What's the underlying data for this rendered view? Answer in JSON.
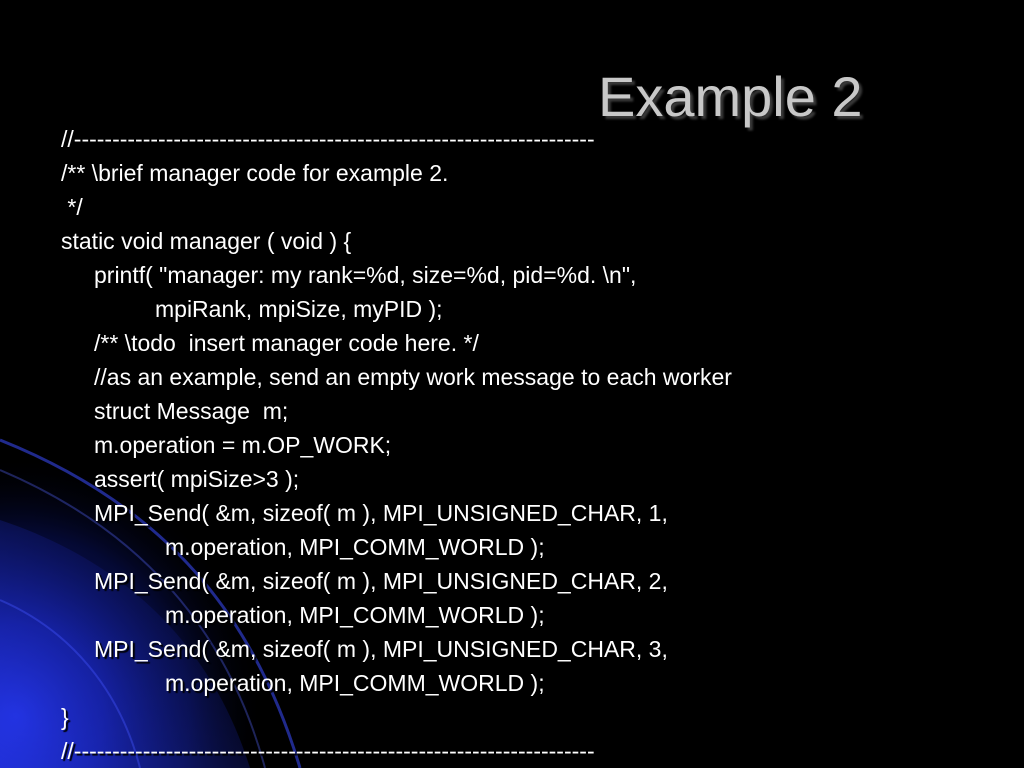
{
  "slide": {
    "title": "Example 2",
    "lines": [
      {
        "text": "//--------------------------------------------------------------------",
        "indent": 0
      },
      {
        "text": "/** \\brief manager code for example 2.",
        "indent": 0
      },
      {
        "text": " */",
        "indent": 0
      },
      {
        "text": "static void manager ( void ) {",
        "indent": 0
      },
      {
        "text": "printf( \"manager: my rank=%d, size=%d, pid=%d. \\n\",",
        "indent": 1
      },
      {
        "text": "mpiRank, mpiSize, myPID );",
        "indent": 2
      },
      {
        "text": "/** \\todo  insert manager code here. */",
        "indent": 1
      },
      {
        "text": "//as an example, send an empty work message to each worker",
        "indent": 1
      },
      {
        "text": "struct Message  m;",
        "indent": 1
      },
      {
        "text": "m.operation = m.OP_WORK;",
        "indent": 1
      },
      {
        "text": "assert( mpiSize>3 );",
        "indent": 1
      },
      {
        "text": "MPI_Send( &m, sizeof( m ), MPI_UNSIGNED_CHAR, 1,",
        "indent": 1
      },
      {
        "text": "m.operation, MPI_COMM_WORLD );",
        "indent": 3
      },
      {
        "text": "MPI_Send( &m, sizeof( m ), MPI_UNSIGNED_CHAR, 2,",
        "indent": 1
      },
      {
        "text": "m.operation, MPI_COMM_WORLD );",
        "indent": 3
      },
      {
        "text": "MPI_Send( &m, sizeof( m ), MPI_UNSIGNED_CHAR, 3,",
        "indent": 1
      },
      {
        "text": "m.operation, MPI_COMM_WORLD );",
        "indent": 3
      },
      {
        "text": "}",
        "indent": 0
      },
      {
        "text": "//--------------------------------------------------------------------",
        "indent": 0
      }
    ]
  },
  "colors": {
    "background": "#000000",
    "accent_blue": "#1a2ad8",
    "title": "#c8c8c8",
    "text": "#ffffff"
  }
}
